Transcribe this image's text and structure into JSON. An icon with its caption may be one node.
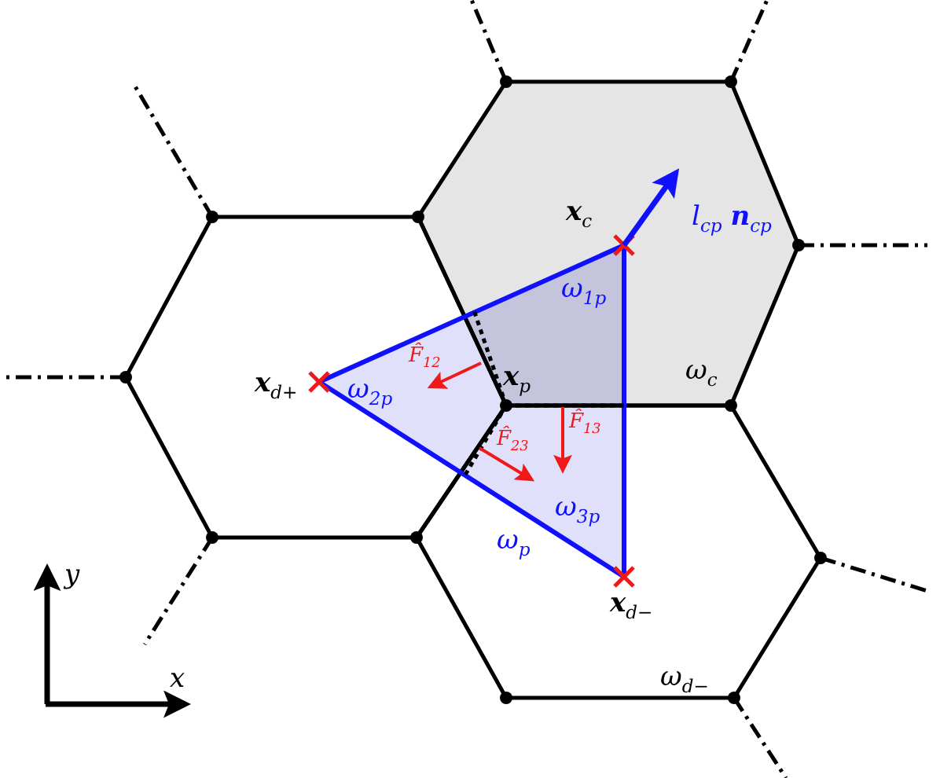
{
  "diagram": {
    "labels": [
      "**x**$_{c}$",
      "*l*$_{cp}$ **n**$_{cp}$",
      "ω$_{1p}$",
      "**x**$_{p}$",
      "ω$_{c}$",
      "**x**$_{d+}$",
      "ω$_{2p}$",
      "F̂$_{12}$",
      "F̂$_{13}$",
      "F̂$_{23}$",
      "ω$_{3p}$",
      "ω$_{p}$",
      "**x**$_{d−}$",
      "y",
      "x",
      "ω$_{d−}$"
    ]
  }
}
